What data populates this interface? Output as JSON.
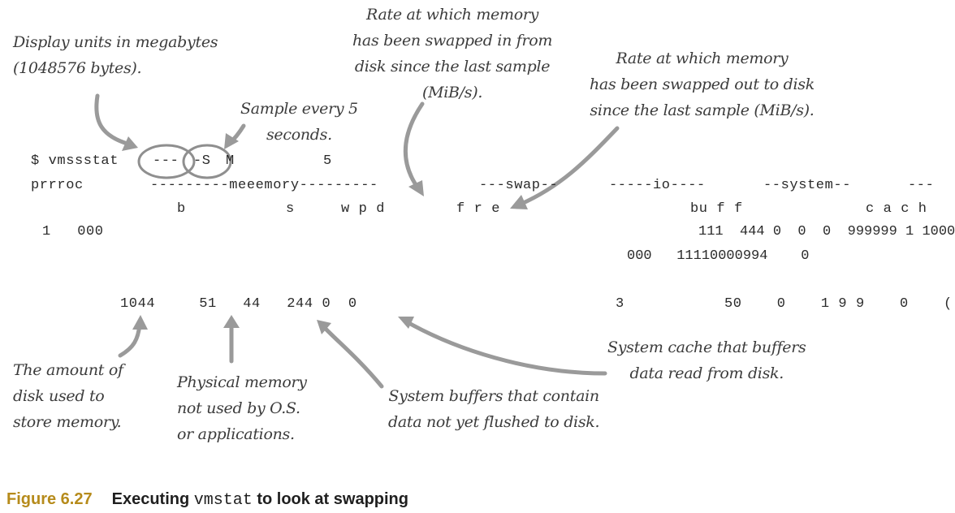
{
  "annotations": {
    "units": "Display units in megabytes\n(1048576 bytes).",
    "sample": "Sample every 5\nseconds.",
    "swap_in": "Rate at which memory\nhas been swapped in from\ndisk since the last sample\n(MiB/s).",
    "swap_out": "Rate at which memory\nhas been swapped out to disk\nsince the last sample (MiB/s).",
    "disk": "The amount of\ndisk used to\nstore memory.",
    "physical": "Physical memory\nnot used by O.S.\nor applications.",
    "buffers": "System buffers that contain\ndata not yet flushed to disk.",
    "cache": "System cache that buffers\ndata read from disk."
  },
  "terminal": {
    "command": "$ vmssstat",
    "flag_a": "---",
    "flag_b": "-S",
    "flag_m": "M",
    "interval": "5",
    "procs": "prrroc",
    "memory_group": "---------meeemory---------",
    "swap_group": "---swap--",
    "io_group": "-----io----",
    "system_group": "--system--",
    "cpu_group": "---",
    "col_b": "b",
    "col_s": "s",
    "col_wpd": "w p d",
    "col_fre": "f r e",
    "col_buff": "bu f f",
    "col_cach": "c a c h",
    "row1_a": "1   000",
    "row1_b": "111  444 0  0  0  999999 1 1000",
    "row2": "000   11110000994    0",
    "row3_a": "1044     51   44   244 0  0",
    "row3_b": "3",
    "row3_c": "50    0    1 9 9    0    (",
    "row3_d": ""
  },
  "figure": {
    "label": "Figure 6.27",
    "title_pre": "Executing ",
    "title_code": "vmstat",
    "title_post": " to look at swapping"
  }
}
